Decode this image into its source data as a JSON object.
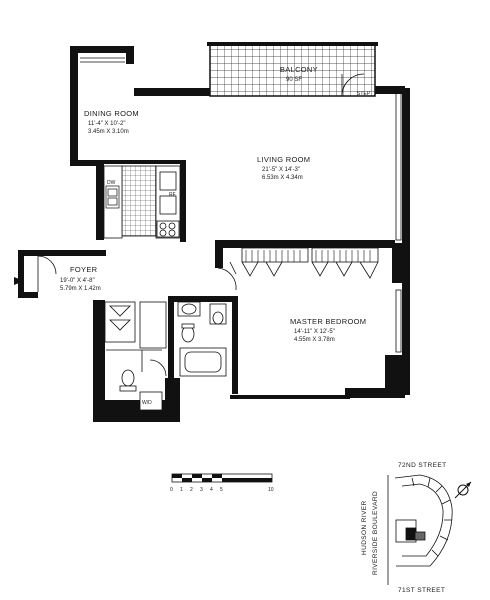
{
  "rooms": {
    "dining": {
      "name": "DINING ROOM",
      "imperial": "11'-4\" X 10'-2\"",
      "metric": "3.45m X 3.10m"
    },
    "balcony": {
      "name": "BALCONY",
      "area": "90 SF"
    },
    "step": "STEP",
    "living": {
      "name": "LIVING ROOM",
      "imperial": "21'-5\" X 14'-3\"",
      "metric": "6.53m X 4.34m"
    },
    "foyer": {
      "name": "FOYER",
      "imperial": "19'-0\" X 4'-8\"",
      "metric": "5.79m X 1.42m"
    },
    "master": {
      "name": "MASTER BEDROOM",
      "imperial": "14'-11\" X 12'-5\"",
      "metric": "4.55m X 3.78m"
    }
  },
  "fixtures": {
    "refrigerator": "RF",
    "dishwasher": "DW",
    "washer_dryer": "W/D"
  },
  "scale": {
    "ticks": [
      "0",
      "1",
      "2",
      "3",
      "4",
      "5",
      "10"
    ]
  },
  "keyplan": {
    "street_top": "72ND STREET",
    "street_bottom": "71ST STREET",
    "river": "HUDSON RIVER",
    "boulevard": "RIVERSIDE BOULEVARD"
  }
}
